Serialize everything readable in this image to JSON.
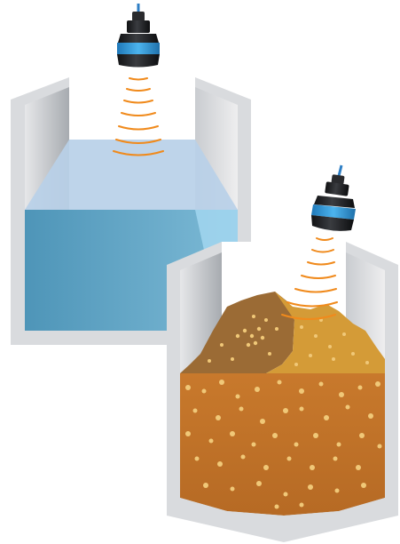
{
  "scene": {
    "title": "",
    "containers": [
      {
        "id": "liquid-tank",
        "content": "liquid",
        "sensor": "ultrasonic-level-sensor"
      },
      {
        "id": "bulk-solids-bin",
        "content": "bulk-solids",
        "sensor": "ultrasonic-level-sensor"
      }
    ]
  },
  "colors": {
    "tank_wall": "#d7d9dc",
    "tank_wall_shadow": "#a4a8ad",
    "water_light": "#b7cfe8",
    "water_front": "#5fa2c4",
    "water_side": "#9fd3ee",
    "solids_top_dark": "#9a6a34",
    "solids_top_light": "#d39a36",
    "solids_body": "#c5772e",
    "granule": "#f0c878",
    "wave": "#f08a1c",
    "sensor_body": "#1e1f22",
    "sensor_band": "#2f9ad9",
    "cable": "#2f7fc5"
  }
}
